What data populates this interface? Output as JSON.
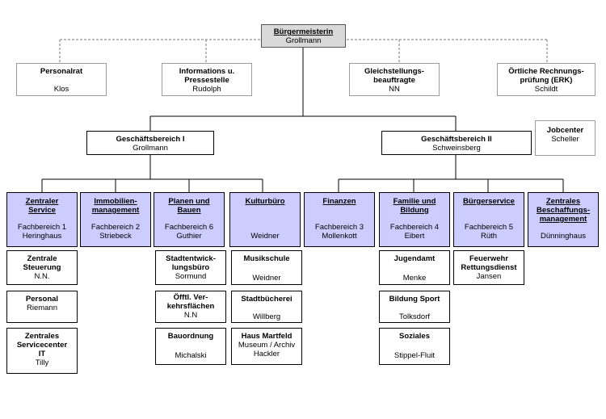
{
  "mayor": {
    "title": "Bürgermeisterin",
    "name": "Grollmann"
  },
  "staff": [
    {
      "title": "Personalrat",
      "name": "Klos"
    },
    {
      "title": "Informations u.\nPressestelle",
      "name": "Rudolph"
    },
    {
      "title": "Gleichstellungs-\nbeauftragte",
      "name": "NN"
    },
    {
      "title": "Örtliche Rechnungs-\nprüfung (ERK)",
      "name": "Schildt"
    }
  ],
  "jobcenter": {
    "title": "Jobcenter",
    "name": "Scheller"
  },
  "gb1": {
    "title": "Geschäftsbereich I",
    "name": "Grollmann"
  },
  "gb2": {
    "title": "Geschäftsbereich II",
    "name": "Schweinsberg"
  },
  "departments": [
    {
      "title": "Zentraler\nService",
      "sub": "Fachbereich 1\nHeringhaus",
      "units": [
        {
          "title": "Zentrale\nSteuerung",
          "name": "N.N."
        },
        {
          "title": "Personal",
          "name": "Riemann"
        },
        {
          "title": "Zentrales\nServicecenter\nIT",
          "name": "Tilly"
        }
      ]
    },
    {
      "title": "Immobilien-\nmanagement",
      "sub": "Fachbereich 2\nStriebeck",
      "units": []
    },
    {
      "title": "Planen und\nBauen",
      "sub": "Fachbereich 6\nGuthier",
      "units": [
        {
          "title": "Stadtentwick-\nlungsbüro",
          "name": "Sormund"
        },
        {
          "title": "Öfftl. Ver-\nkehrsflächen",
          "name": "N.N"
        },
        {
          "title": "Bauordnung",
          "name": "Michalski"
        }
      ]
    },
    {
      "title": "Kulturbüro",
      "sub": "Weidner",
      "units": [
        {
          "title": "Musikschule",
          "name": "Weidner"
        },
        {
          "title": "Stadtbücherei",
          "name": "Willberg"
        },
        {
          "title": "Haus Martfeld",
          "name": "Museum / Archiv\nHackler"
        }
      ]
    },
    {
      "title": "Finanzen",
      "sub": "Fachbereich 3\nMollenkott",
      "units": []
    },
    {
      "title": "Familie und\nBildung",
      "sub": "Fachbereich 4\nEibert",
      "units": [
        {
          "title": "Jugendamt",
          "name": "Menke"
        },
        {
          "title": "Bildung Sport",
          "name": "Tolksdorf"
        },
        {
          "title": "Soziales",
          "name": "Stippel-Fluit"
        }
      ]
    },
    {
      "title": "Bürgerservice",
      "sub": "Fachbereich 5\nRüth",
      "units": [
        {
          "title": "Feuerwehr\nRettungsdienst",
          "name": "Jansen"
        }
      ]
    },
    {
      "title": "Zentrales\nBeschaffungs-\nmanagement",
      "sub": "Dünninghaus",
      "units": []
    }
  ]
}
